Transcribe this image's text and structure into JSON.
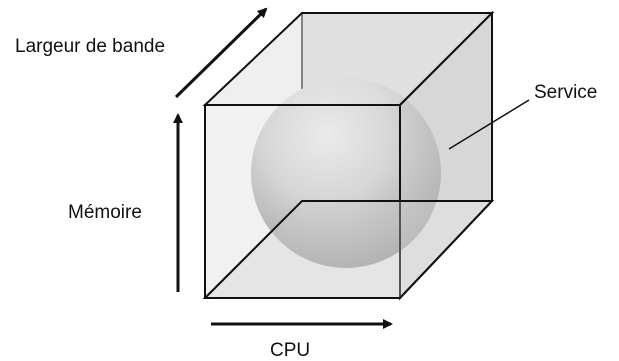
{
  "labels": {
    "bandwidth": "Largeur de bande",
    "memory": "Mémoire",
    "cpu": "CPU",
    "service": "Service"
  },
  "colors": {
    "cube_fill": "#dedede",
    "cube_stroke": "#111111",
    "sphere_highlight": "#f4f4f4",
    "sphere_shadow": "#8a8a8a",
    "arrow": "#111111"
  }
}
